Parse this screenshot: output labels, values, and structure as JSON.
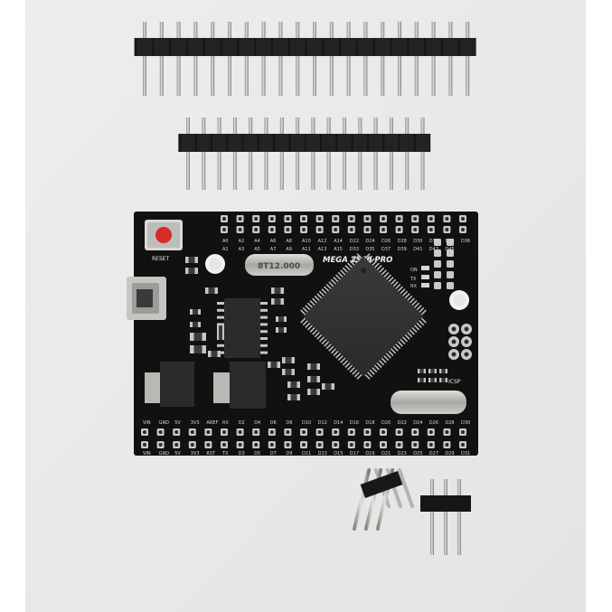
{
  "colors": {
    "page": "#ffffff",
    "backdrop": "#ececec",
    "pcb": "#111111",
    "pad": "#c9c9c6",
    "pin_metal": "#c8c6c0",
    "reset_button": "#d82a2a"
  },
  "board": {
    "model_label": "MEGA 2560 PRO",
    "reset_label": "RESET",
    "crystal_label": "8T12.000",
    "icsp_label": "ICSP",
    "uart_labels": [
      "ON",
      "TX",
      "RX"
    ],
    "top_row_a": [
      "A0",
      "A2",
      "A4",
      "A6",
      "A8",
      "A10",
      "A12",
      "A14",
      "D22",
      "D24",
      "D26",
      "D28",
      "D30",
      "D32",
      "D34",
      "D36"
    ],
    "top_row_b": [
      "A1",
      "A3",
      "A5",
      "A7",
      "A9",
      "A11",
      "A13",
      "A15",
      "D33",
      "D35",
      "D37",
      "D39",
      "D41",
      "D43",
      "D45"
    ],
    "bottom_row_a": [
      "VIN",
      "GND",
      "5V",
      "3V3",
      "AREF",
      "RX",
      "D2",
      "D4",
      "D6",
      "D8",
      "D10",
      "D12",
      "D14",
      "D16",
      "D18",
      "D20",
      "D22",
      "D24",
      "D26",
      "D28",
      "D30"
    ],
    "bottom_row_b": [
      "VIN",
      "GND",
      "5V",
      "3V3",
      "RST",
      "TX",
      "D3",
      "D5",
      "D7",
      "D9",
      "D11",
      "D13",
      "D15",
      "D17",
      "D19",
      "D21",
      "D23",
      "D25",
      "D27",
      "D29",
      "D31"
    ]
  },
  "parts": {
    "header_long_pins": 20,
    "header_short_pins": 16,
    "angled_header_pins": 3,
    "straight_header_pins": 3
  }
}
